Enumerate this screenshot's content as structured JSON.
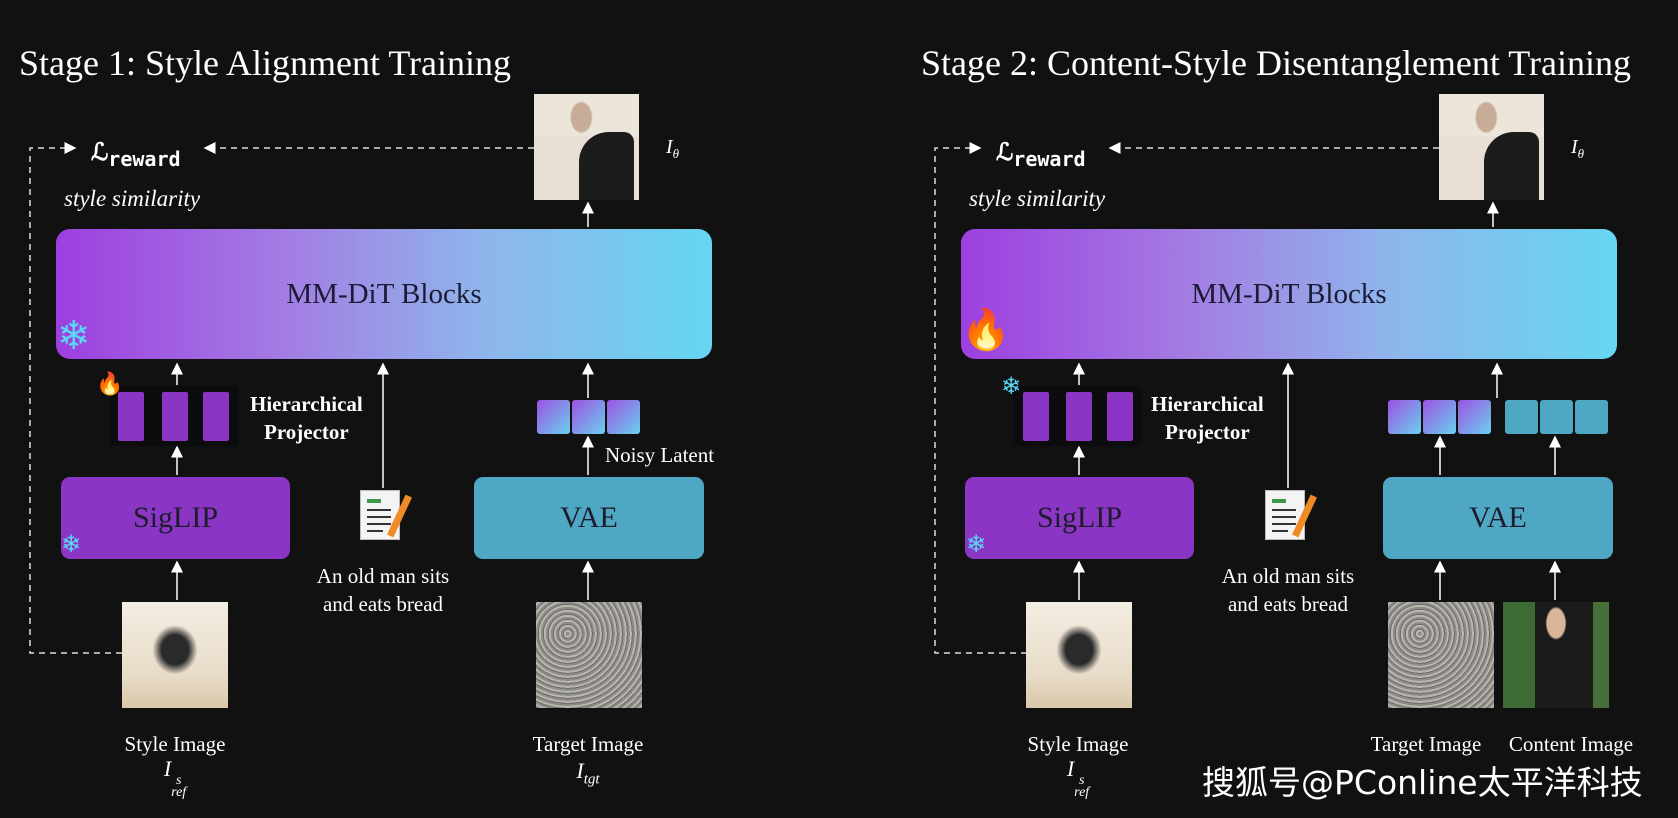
{
  "stage1": {
    "title": "Stage 1: Style Alignment Training",
    "loss": "ℒ",
    "loss_sub": "reward",
    "similarity": "style similarity",
    "output_symbol": "I",
    "output_sub": "θ",
    "dit": "MM-DiT Blocks",
    "projector_line1": "Hierarchical",
    "projector_line2": "Projector",
    "encoder": "SigLIP",
    "vae": "VAE",
    "noisy": "Noisy Latent",
    "prompt_line1": "An old man sits",
    "prompt_line2": "and eats bread",
    "style_label": "Style Image",
    "style_sym": "I",
    "style_sup": "s",
    "style_sub": "ref",
    "target_label": "Target Image",
    "target_sym": "I",
    "target_sub": "tgt"
  },
  "stage2": {
    "title": "Stage 2: Content-Style Disentanglement Training",
    "loss": "ℒ",
    "loss_sub": "reward",
    "similarity": "style similarity",
    "output_symbol": "I",
    "output_sub": "θ",
    "dit": "MM-DiT Blocks",
    "projector_line1": "Hierarchical",
    "projector_line2": "Projector",
    "encoder": "SigLIP",
    "vae": "VAE",
    "prompt_line1": "An old man sits",
    "prompt_line2": "and eats bread",
    "style_label": "Style Image",
    "style_sym": "I",
    "style_sup": "s",
    "style_sub": "ref",
    "target_label": "Target Image",
    "content_label": "Content Image"
  },
  "watermark": "搜狐号@PConline太平洋科技",
  "icons": {
    "frozen": "snowflake-icon",
    "trainable": "fire-icon",
    "prompt": "document-pen-icon"
  },
  "colors": {
    "background": "#111112",
    "siglip": "#8a35c3",
    "vae": "#4ea8c3"
  }
}
